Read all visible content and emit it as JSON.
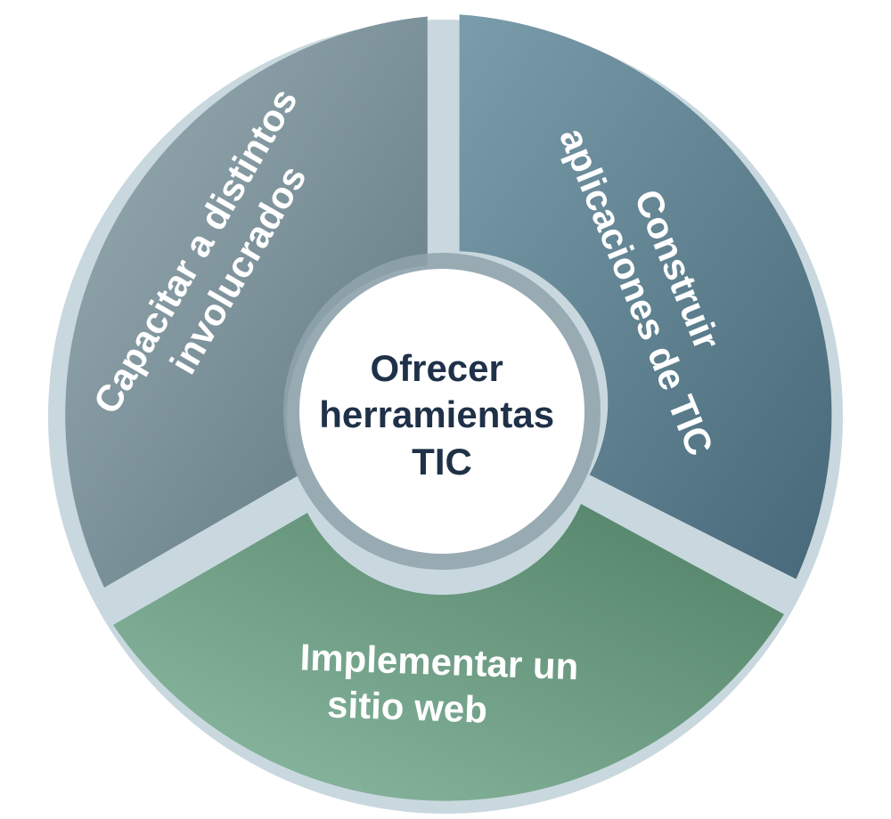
{
  "center": {
    "lines": [
      "Ofrecer",
      "herramientas",
      "TIC"
    ]
  },
  "segments": [
    {
      "id": "capacitar",
      "lines": [
        "Capacitar a distintos",
        "involucrados"
      ]
    },
    {
      "id": "construir",
      "lines": [
        "Construir",
        "aplicaciones de TIC"
      ]
    },
    {
      "id": "implementar",
      "lines": [
        "Implementar un",
        "sitio web"
      ]
    }
  ],
  "colors": {
    "segment_left_light": "#9aadb4",
    "segment_left_dark": "#5f7780",
    "segment_right_light": "#7b9dab",
    "segment_right_dark": "#466878",
    "segment_bottom_light": "#8fbca6",
    "segment_bottom_dark": "#4f8064",
    "separator": "#c9d8de",
    "center_fill": "#ffffff",
    "center_ring": "#8fa3ac",
    "center_text": "#1f3148",
    "segment_text": "#ffffff"
  }
}
